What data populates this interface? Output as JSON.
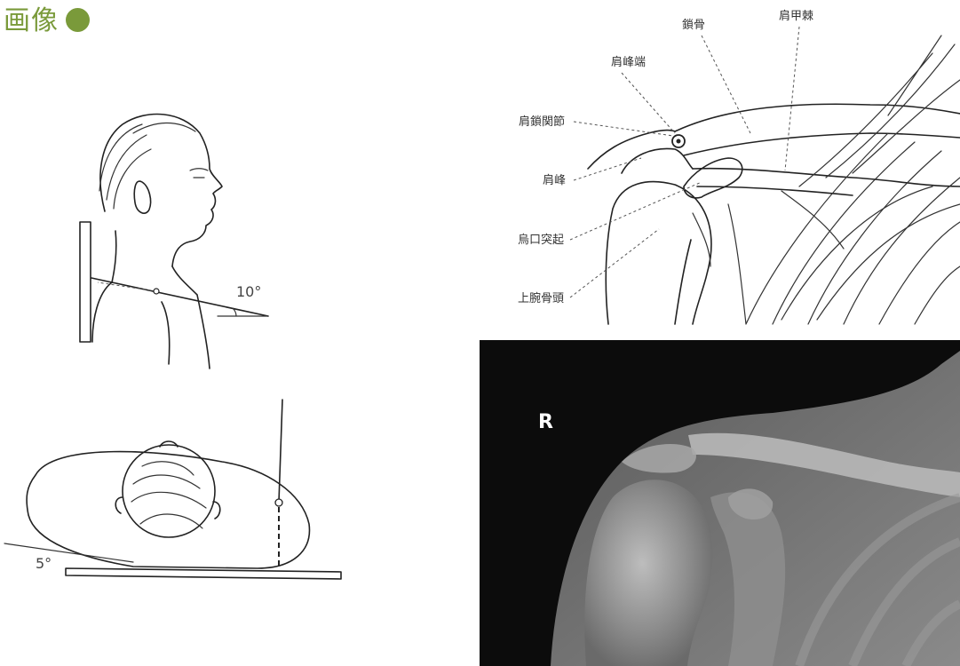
{
  "header": {
    "title": "画像",
    "dot_color": "#7a9a3a"
  },
  "positioning": {
    "lateral_angle_label": "10°",
    "axial_angle_label": "5°"
  },
  "anatomy_labels": {
    "clavicle": "鎖骨",
    "scapular_spine": "肩甲棘",
    "acromial_end": "肩峰端",
    "ac_joint": "肩鎖関節",
    "acromion": "肩峰",
    "coracoid_process": "烏口突起",
    "humeral_head": "上腕骨頭"
  },
  "xray": {
    "side_marker": "R"
  }
}
